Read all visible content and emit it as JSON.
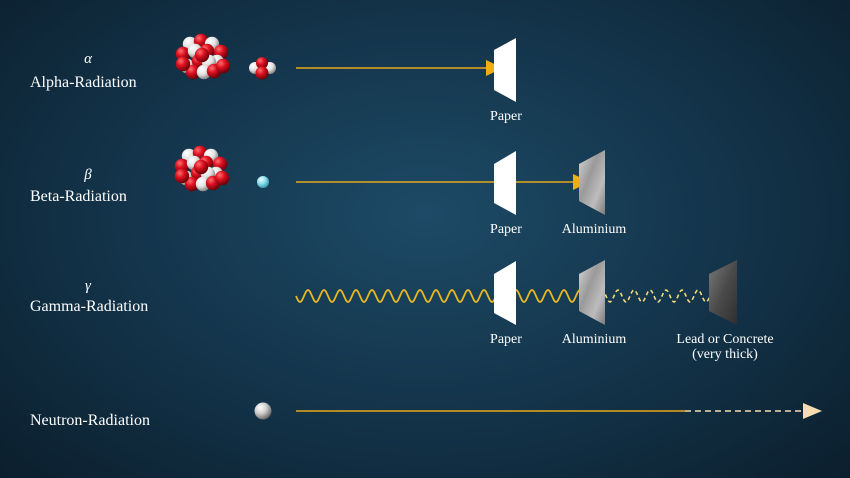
{
  "rows": [
    {
      "symbol": "α",
      "label": "Alpha-Radiation"
    },
    {
      "symbol": "β",
      "label": "Beta-Radiation"
    },
    {
      "symbol": "γ",
      "label": "Gamma-Radiation"
    },
    {
      "symbol": "",
      "label": "Neutron-Radiation"
    }
  ],
  "materials": {
    "paper": "Paper",
    "aluminium": "Aluminium",
    "lead_line1": "Lead or Concrete",
    "lead_line2": "(very thick)"
  },
  "colors": {
    "ray": "#e8a71a",
    "gamma_wave": "#e8b820",
    "neutron_tail": "#f6dcb0",
    "proton": "#d8101c",
    "neutron_ball": "#e8e8e8",
    "electron": "#8fe0ee"
  }
}
